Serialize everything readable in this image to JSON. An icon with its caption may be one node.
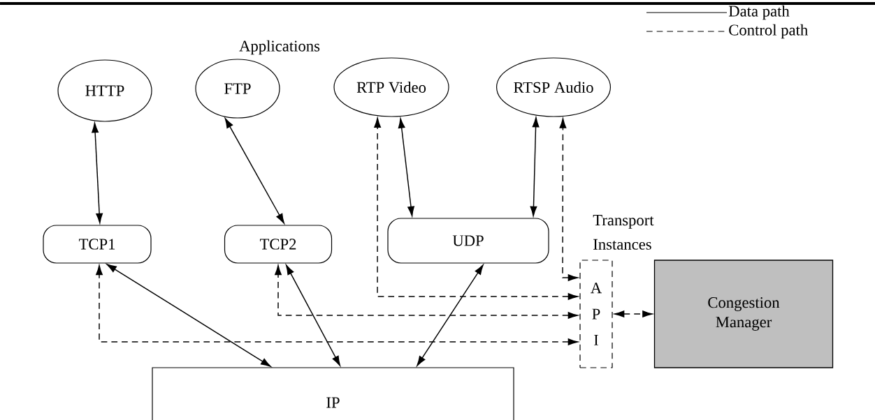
{
  "diagram": {
    "nodes": [
      {
        "text": [
          "HTTP"
        ]
      },
      {
        "text": [
          "FTP"
        ]
      },
      {
        "text": [
          "RTP Video"
        ]
      },
      {
        "text": [
          "RTSP Audio"
        ]
      },
      {
        "text": [
          "TCP1"
        ]
      },
      {
        "text": [
          "TCP2"
        ]
      },
      {
        "text": [
          "UDP"
        ]
      },
      {
        "text": [
          "A P I"
        ]
      },
      {
        "text": [
          "Congestion Manager"
        ]
      },
      {
        "text": [
          "IP"
        ]
      }
    ],
    "edges": [
      {
        "from": 0,
        "to": 4,
        "arrow": "both"
      },
      {
        "from": 1,
        "to": 5,
        "arrow": "both"
      },
      {
        "from": 2,
        "to": 6,
        "arrow": "both"
      },
      {
        "from": 3,
        "to": 6,
        "arrow": "both"
      },
      {
        "from": 4,
        "to": 9,
        "arrow": "both"
      },
      {
        "from": 5,
        "to": 9,
        "arrow": "both"
      },
      {
        "from": 6,
        "to": 9,
        "arrow": "both"
      },
      {
        "from": 7,
        "to": 8,
        "arrow": "both",
        "style": "dashed"
      },
      {
        "from": 7,
        "to": 2,
        "arrow": "both",
        "style": "dashed"
      },
      {
        "from": 7,
        "to": 3,
        "arrow": "both",
        "style": "dashed"
      },
      {
        "from": 7,
        "to": 5,
        "arrow": "both",
        "style": "dashed"
      },
      {
        "from": 7,
        "to": 4,
        "arrow": "both",
        "style": "dashed"
      }
    ],
    "labels": [
      "Applications",
      "Transport Instances"
    ],
    "legend": [
      {
        "text": "Data path"
      },
      {
        "text": "Control path"
      }
    ]
  }
}
